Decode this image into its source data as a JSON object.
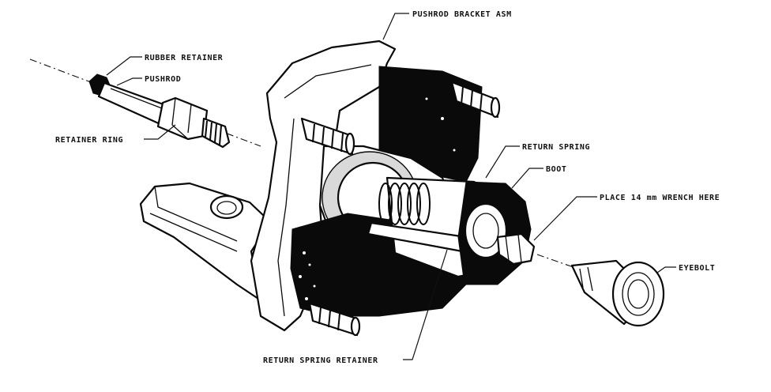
{
  "figure": {
    "labels": {
      "pushrod_bracket": "PUSHROD BRACKET ASM",
      "rubber_retainer": "RUBBER RETAINER",
      "pushrod": "PUSHROD",
      "retainer_ring": "RETAINER RING",
      "return_spring": "RETURN SPRING",
      "boot": "BOOT",
      "wrench_note": "PLACE 14 mm WRENCH HERE",
      "eyebolt": "EYEBOLT",
      "return_spring_retainer": "RETURN SPRING RETAINER"
    }
  },
  "palette": {
    "ink": "#0a0a0a",
    "paper": "#ffffff"
  }
}
